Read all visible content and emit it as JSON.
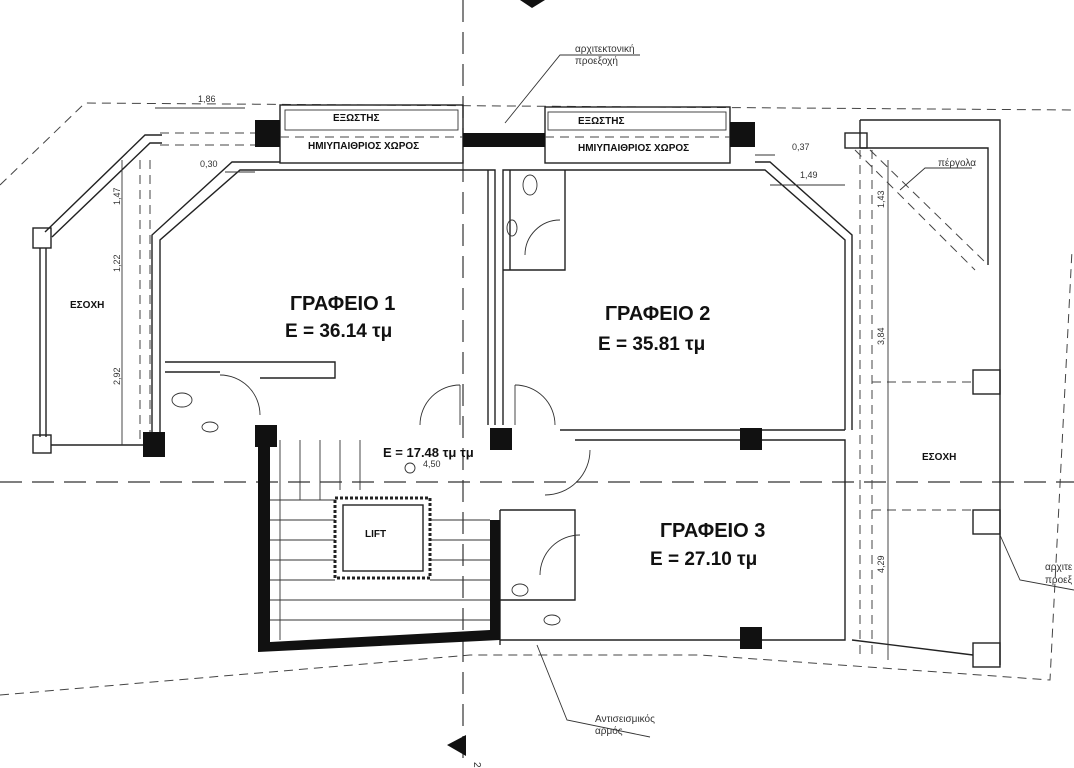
{
  "rooms": {
    "office1": {
      "name": "ΓΡΑΦΕΙΟ 1",
      "area": "Ε = 36.14 τμ"
    },
    "office2": {
      "name": "ΓΡΑΦΕΙΟ 2",
      "area": "Ε = 35.81 τμ"
    },
    "office3": {
      "name": "ΓΡΑΦΕΙΟ 3",
      "area": "Ε = 27.10 τμ"
    },
    "common": {
      "area": "Ε = 17.48 τμ τμ",
      "level": "4,50"
    },
    "lift": "LIFT"
  },
  "balconies": [
    {
      "title": "ΕΞΩΣΤΗΣ",
      "subtitle": "ΗΜΙΥΠΑΙΘΡΙΟΣ ΧΩΡΟΣ"
    },
    {
      "title": "ΕΞΩΣΤΗΣ",
      "subtitle": "ΗΜΙΥΠΑΙΘΡΙΟΣ ΧΩΡΟΣ"
    }
  ],
  "recesses": {
    "left": "ΕΣΟΧΗ",
    "right": "ΕΣΟΧΗ"
  },
  "dimensions": {
    "top_left": "1,86",
    "left_offset": "0,30",
    "left_v1": "1,47",
    "left_v2": "1,22",
    "left_v3": "2,92",
    "right_offset": "0,37",
    "right_h": "1,49",
    "right_v1": "1,43",
    "right_v2": "3,84",
    "right_v3": "4,29"
  },
  "notes": {
    "arch_top_1": "αρχιτεκτονική",
    "arch_top_2": "προεξοχή",
    "pergola": "πέργολα",
    "arch_right_1": "αρχιτε",
    "arch_right_2": "προεξ",
    "joint_1": "Αντισεισμικός",
    "joint_2": "αρμός",
    "section_mark": "2"
  }
}
